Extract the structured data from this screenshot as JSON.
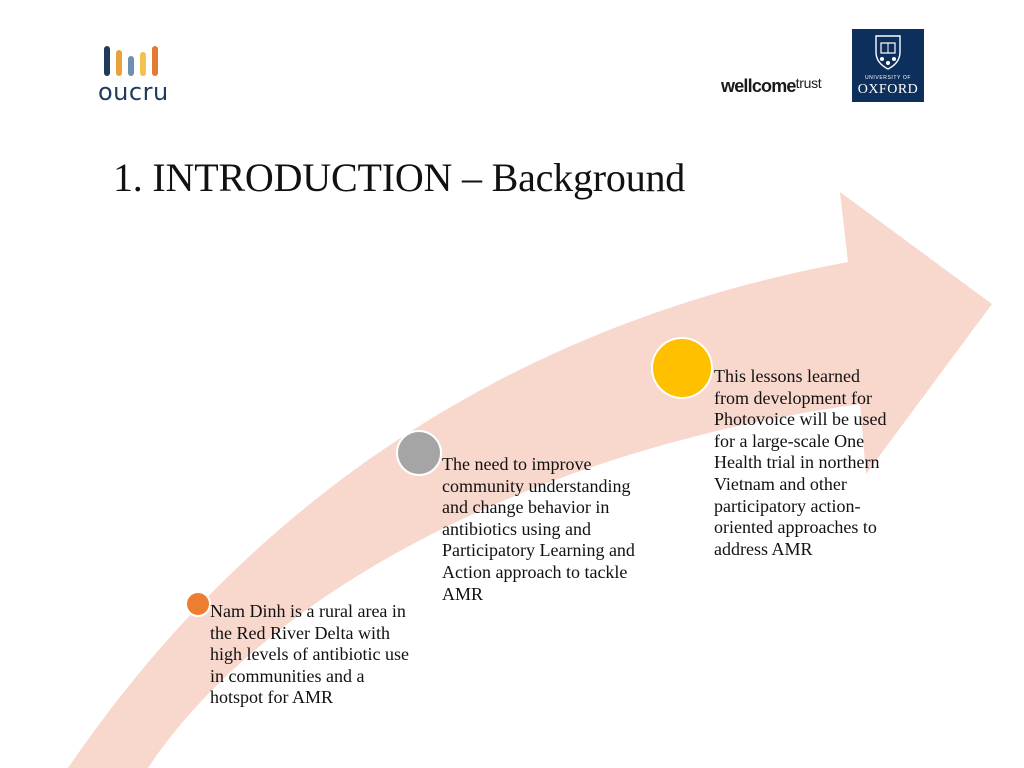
{
  "header": {
    "title": "1. INTRODUCTION – Background",
    "logos": {
      "oucru": {
        "text": "oucru",
        "bar_colors": [
          "#1f3b5c",
          "#e8a33d",
          "#6c8fb3",
          "#f2c14e",
          "#e07b2f"
        ]
      },
      "wellcome": {
        "bold": "wellcome",
        "light": "trust"
      },
      "oxford": {
        "small": "UNIVERSITY OF",
        "big": "OXFORD",
        "color": "#0d2f5c"
      }
    }
  },
  "colors": {
    "arrow": "#f8d7cd",
    "step1": "#ed7d31",
    "step2": "#a5a5a5",
    "step3": "#ffc000"
  },
  "steps": [
    {
      "text": "Nam Dinh is a rural area in the Red River Delta with high levels of antibiotic use in communities and a hotspot for AMR"
    },
    {
      "text": "The need to improve community understanding and change behavior in antibiotics using and Participatory Learning and Action approach to tackle AMR"
    },
    {
      "text": "This lessons learned from development for Photovoice will be used for a large-scale One Health trial in northern Vietnam and other participatory action-oriented approaches to address AMR"
    }
  ]
}
